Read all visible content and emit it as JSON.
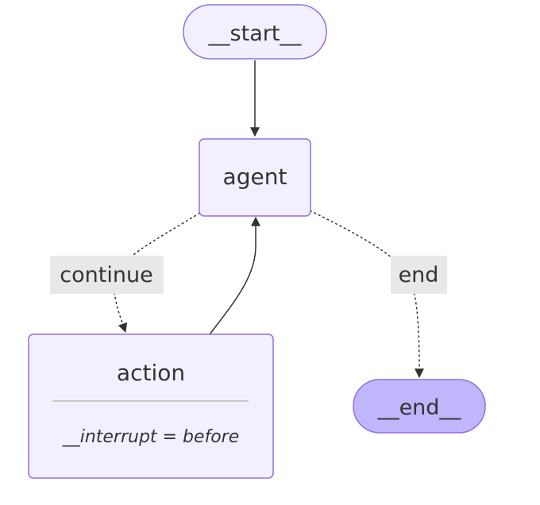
{
  "nodes": {
    "start": {
      "label": "__start__"
    },
    "agent": {
      "label": "agent"
    },
    "action": {
      "label": "action",
      "annotation": "__interrupt = before"
    },
    "end": {
      "label": "__end__"
    }
  },
  "edges": {
    "continue": {
      "label": "continue"
    },
    "end": {
      "label": "end"
    }
  },
  "colors": {
    "node_fill": "#f2f0ff",
    "node_stroke": "#9370db",
    "end_fill": "#bfb6fc",
    "label_bg": "#e8e8e8",
    "edge": "#333333",
    "text": "#333333"
  }
}
